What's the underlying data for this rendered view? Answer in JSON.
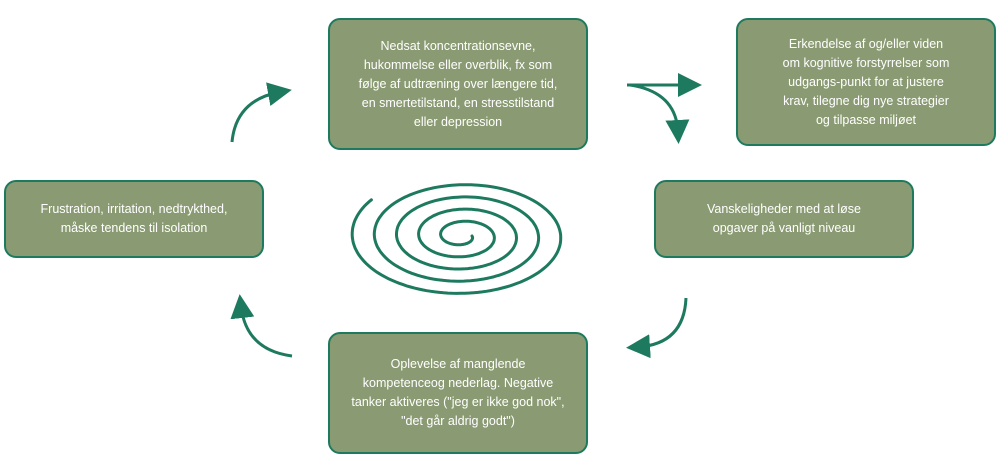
{
  "diagram": {
    "colors": {
      "box_fill": "#8a9a72",
      "box_border": "#1d7a5e",
      "arrow": "#1d7a5e",
      "spiral": "#1d7a5e",
      "text": "#ffffff"
    },
    "boxes": {
      "top": {
        "lines": [
          "Nedsat koncentrationsevne,",
          "hukommelse eller overblik, fx som",
          "følge af udtræning over længere tid,",
          "en smertetilstand, en stresstilstand",
          "eller depression"
        ]
      },
      "top_right": {
        "lines": [
          "Erkendelse af og/eller viden",
          "om kognitive forstyrrelser som",
          "udgangs-punkt for at justere",
          "krav, tilegne dig nye strategier",
          "og tilpasse miljøet"
        ]
      },
      "right": {
        "lines": [
          "Vanskeligheder med at løse",
          "opgaver på vanligt niveau"
        ]
      },
      "bottom": {
        "lines": [
          "Oplevelse af manglende",
          "kompetenceog nederlag. Negative",
          "tanker aktiveres (\"jeg er ikke god nok\",",
          "\"det går aldrig godt\")"
        ]
      },
      "left": {
        "lines": [
          "Frustration, irritation, nedtrykthed,",
          "måske tendens til isolation"
        ]
      }
    },
    "center_icon": "spiral-icon"
  }
}
